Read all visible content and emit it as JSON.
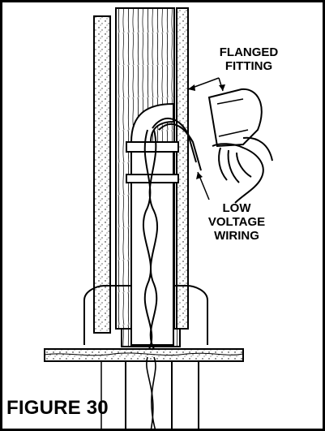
{
  "figure": {
    "caption": "FIGURE 30",
    "callouts": {
      "flanged_fitting": [
        "FLANGED",
        "FITTING"
      ],
      "low_voltage_wiring": [
        "LOW",
        "VOLTAGE",
        "WIRING"
      ]
    }
  },
  "icons": {
    "hand": "hand-icon",
    "fitting": "flanged-fitting-icon"
  }
}
